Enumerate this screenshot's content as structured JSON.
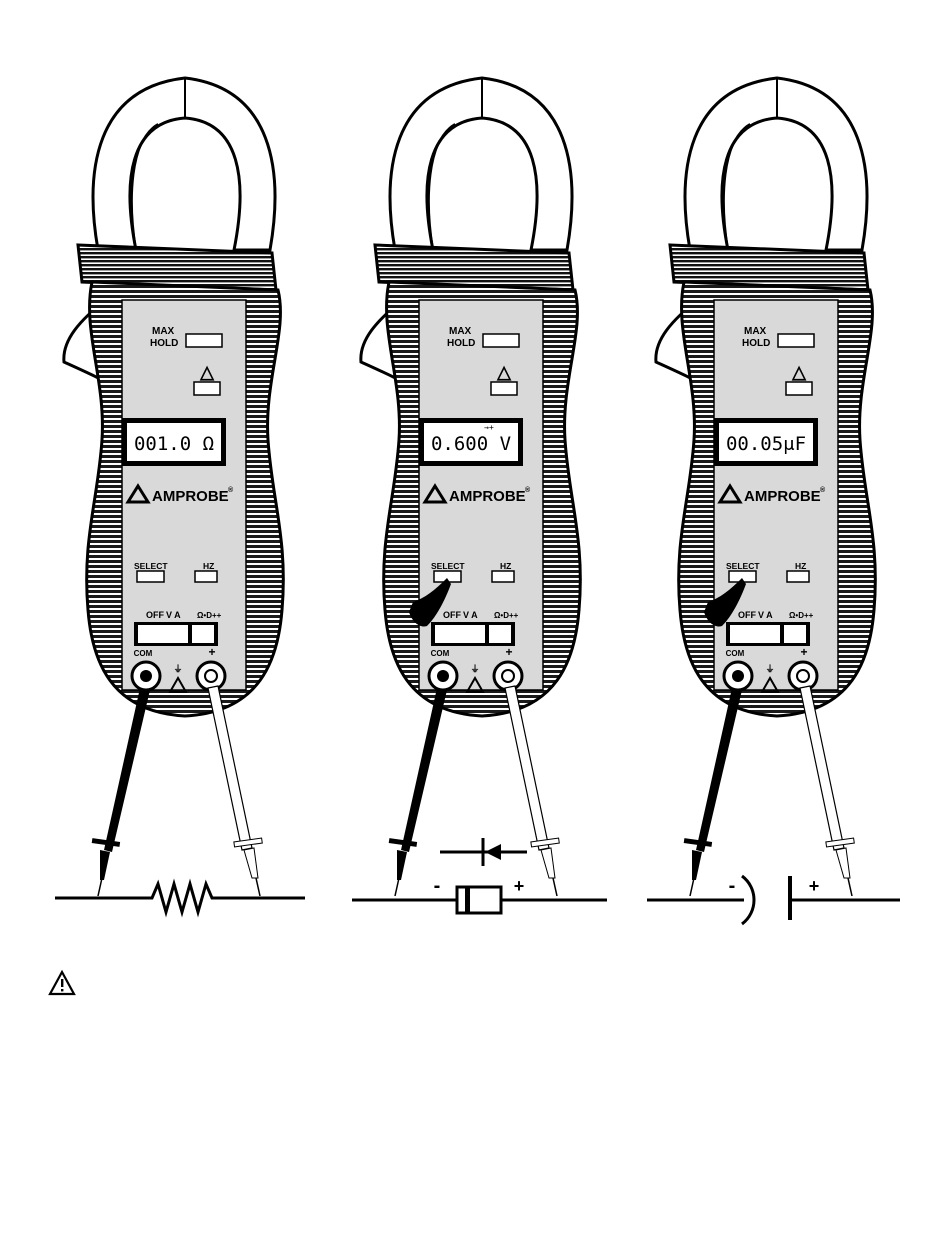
{
  "meters": [
    {
      "display": "001.0 Ω",
      "display_symbol": "",
      "max_hold_label": [
        "MAX",
        "HOLD"
      ],
      "rel_label": "△",
      "brand": "AMPROBE",
      "select_label": "SELECT",
      "hz_label": "HZ",
      "off_label": "OFF",
      "com_label": "COM",
      "plus_label": "+",
      "finger_on_select": false,
      "circuit": "resistor",
      "circuit_labels": {
        "minus": "",
        "plus": ""
      }
    },
    {
      "display": "0.600 V",
      "display_symbol": "→+",
      "max_hold_label": [
        "MAX",
        "HOLD"
      ],
      "rel_label": "△",
      "brand": "AMPROBE",
      "select_label": "SELECT",
      "hz_label": "HZ",
      "off_label": "OFF",
      "com_label": "COM",
      "plus_label": "+",
      "finger_on_select": true,
      "circuit": "diode",
      "circuit_labels": {
        "minus": "-",
        "plus": "+"
      }
    },
    {
      "display": "00.05μF",
      "display_symbol": "",
      "max_hold_label": [
        "MAX",
        "HOLD"
      ],
      "rel_label": "△",
      "brand": "AMPROBE",
      "select_label": "SELECT",
      "hz_label": "HZ",
      "off_label": "OFF",
      "com_label": "COM",
      "plus_label": "+",
      "finger_on_select": true,
      "circuit": "capacitor",
      "circuit_labels": {
        "minus": "-",
        "plus": "+"
      }
    }
  ],
  "warning_icon": "warning-triangle-icon"
}
